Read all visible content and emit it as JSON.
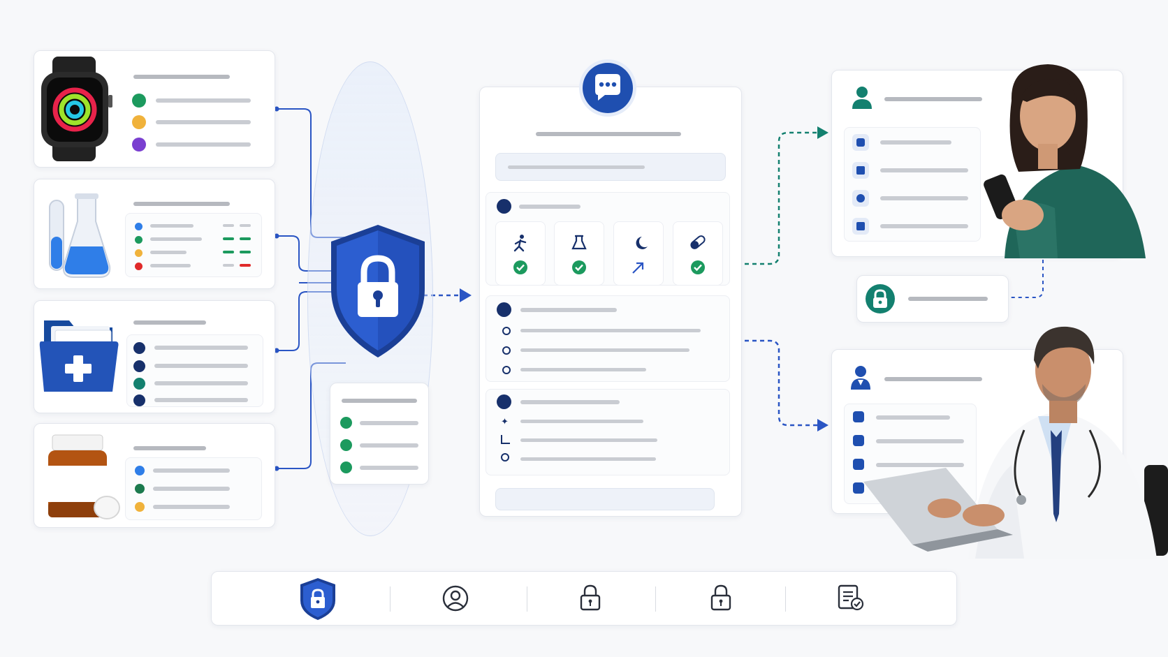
{
  "colors": {
    "primary_blue": "#1f4fb0",
    "navy": "#17306b",
    "teal": "#13806f",
    "green": "#1c9a5e",
    "amber": "#f0b23b",
    "purple": "#7a3fd0",
    "red": "#e02a2a",
    "connector_blue": "#2a55c4",
    "connector_teal": "#13806f"
  },
  "sources": [
    {
      "name": "wearable",
      "icon": "smartwatch-icon"
    },
    {
      "name": "lab",
      "icon": "lab-flask-icon"
    },
    {
      "name": "records",
      "icon": "medical-folder-icon"
    },
    {
      "name": "medication",
      "icon": "pill-bottle-icon"
    }
  ],
  "center": {
    "header_icon": "chat-bubble-icon",
    "metrics": [
      {
        "icon": "activity-icon",
        "status": "check-icon"
      },
      {
        "icon": "lab-icon",
        "status": "check-icon"
      },
      {
        "icon": "sleep-moon-icon",
        "status": "trend-up-icon"
      },
      {
        "icon": "medication-icon",
        "status": "check-icon"
      }
    ]
  },
  "security": {
    "icon": "shield-lock-icon"
  },
  "recipients": [
    {
      "name": "patient",
      "icon": "user-icon"
    },
    {
      "name": "clinician",
      "icon": "doctor-icon"
    }
  ],
  "footer": {
    "icons": [
      "shield-lock-icon",
      "user-circle-icon",
      "padlock-icon",
      "padlock-icon",
      "document-check-icon"
    ]
  }
}
